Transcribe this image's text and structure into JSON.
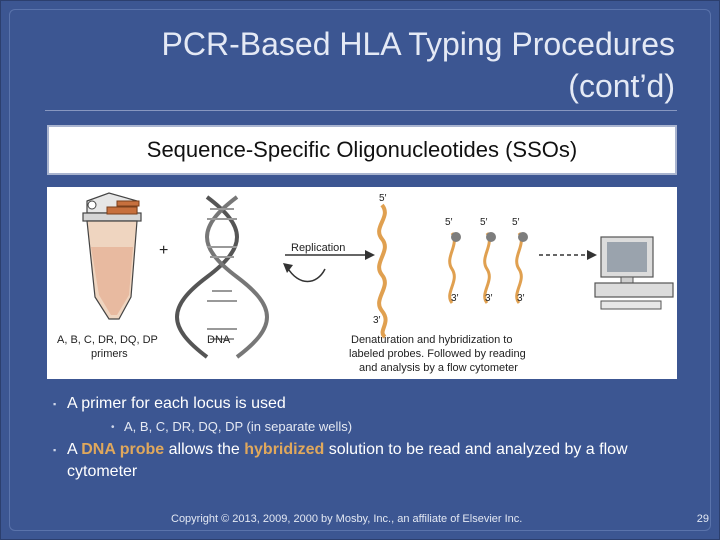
{
  "slide": {
    "title_line1": "PCR-Based HLA Typing Procedures",
    "title_line2": "(cont’d)",
    "subtitle": "Sequence-Specific Oligonucleotides (SSOs)",
    "colors": {
      "background": "#3c5692",
      "highlight": "#e0a85c",
      "text": "#ffffff"
    }
  },
  "figure": {
    "label_primers_line1": "A, B, C, DR, DQ, DP",
    "label_primers_line2": "primers",
    "label_dna": "DNA",
    "label_replication": "Replication",
    "label_plus": "+",
    "label_5prime_a": "5′",
    "label_5prime_b": "5′",
    "label_5prime_c": "5′",
    "label_5prime_d": "5′",
    "label_3prime_a": "3′",
    "label_3prime_b": "3′",
    "label_3prime_c": "3′",
    "label_3prime_d": "3′",
    "caption_line1": "Denaturation and hybridization to",
    "caption_line2": "labeled probes. Followed by reading",
    "caption_line3": "and analysis by a flow cytometer"
  },
  "bullets": {
    "b1": "A primer for each locus is used",
    "b1_sub": "A, B, C, DR, DQ, DP (in separate wells)",
    "b2_pre": "A ",
    "b2_hl1": "DNA probe",
    "b2_mid": " allows the ",
    "b2_hl2": "hybridized",
    "b2_post": " solution to be read and analyzed by a flow cytometer"
  },
  "footer": {
    "copyright": "Copyright © 2013, 2009, 2000 by Mosby, Inc., an affiliate of Elsevier Inc.",
    "page_number": "29"
  }
}
